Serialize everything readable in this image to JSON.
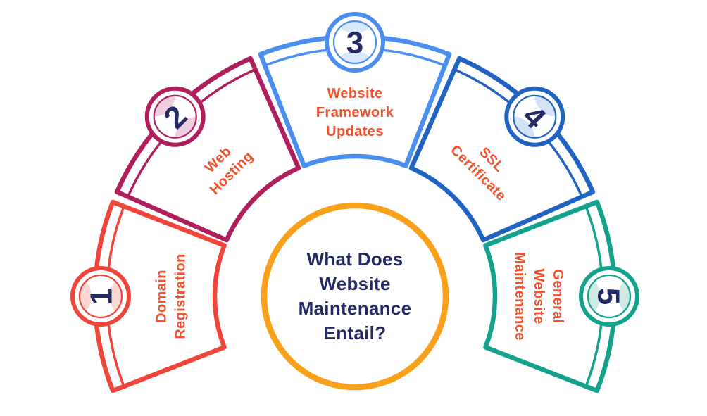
{
  "title": {
    "lines": [
      "What Does",
      "Website",
      "Maintenance",
      "Entail?"
    ],
    "text_color": "#232A64",
    "ring_color": "#F9A11B"
  },
  "label_color": "#F4502B",
  "number_color": "#232A64",
  "background_color": "#FFFFFF",
  "segments": [
    {
      "id": "domain-registration",
      "number": "1",
      "label_lines": [
        "Domain",
        "Registration"
      ],
      "color": "#F0453B",
      "tint": "#FBD6D3"
    },
    {
      "id": "web-hosting",
      "number": "2",
      "label_lines": [
        "Web",
        "Hosting"
      ],
      "color": "#B01E5D",
      "tint": "#F0CDE0"
    },
    {
      "id": "website-framework-updates",
      "number": "3",
      "label_lines": [
        "Website",
        "Framework",
        "Updates"
      ],
      "color": "#4A8FF0",
      "tint": "#D9E8FD"
    },
    {
      "id": "ssl-certificate",
      "number": "4",
      "label_lines": [
        "SSL",
        "Certificate"
      ],
      "color": "#2063C3",
      "tint": "#D4E2F8"
    },
    {
      "id": "general-website-maintenance",
      "number": "5",
      "label_lines": [
        "General",
        "Website",
        "Maintenance"
      ],
      "color": "#12A28D",
      "tint": "#CFE9E4"
    }
  ]
}
